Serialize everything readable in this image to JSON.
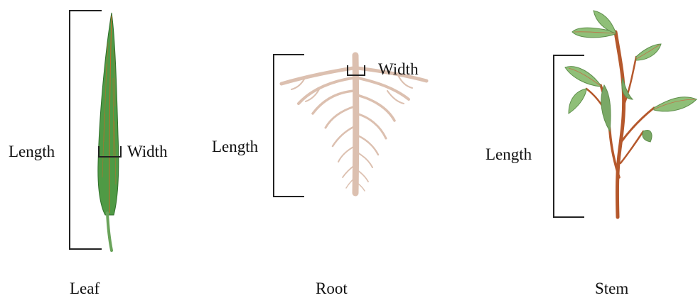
{
  "panels": {
    "leaf": {
      "caption": "Leaf",
      "length_label": "Length",
      "width_label": "Width"
    },
    "root": {
      "caption": "Root",
      "length_label": "Length",
      "width_label": "Width"
    },
    "stem": {
      "caption": "Stem",
      "length_label": "Length"
    }
  },
  "colors": {
    "leaf_green": "#4f9a45",
    "leaf_vein": "#c8692a",
    "root_tan": "#dcc0b0",
    "stem_brown": "#b5582c",
    "foliage_green": "#8fbf78",
    "bracket": "#222222"
  }
}
